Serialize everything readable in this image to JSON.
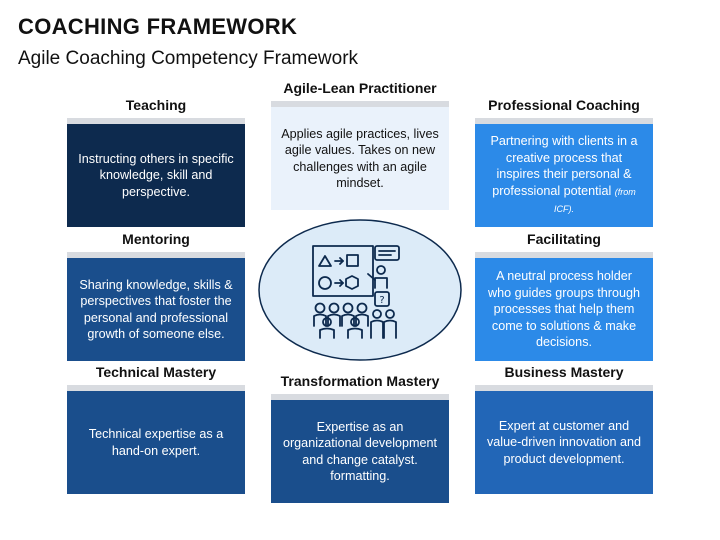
{
  "header": {
    "title": "COACHING FRAMEWORK",
    "subtitle": "Agile Coaching Competency Framework"
  },
  "cards": {
    "teaching": {
      "label": "Teaching",
      "text": "Instructing others in specific knowledge, skill and perspective."
    },
    "agile_lean": {
      "label": "Agile-Lean Practitioner",
      "text": "Applies agile practices, lives agile values. Takes on new challenges with an agile mindset."
    },
    "professional": {
      "label": "Professional Coaching",
      "text": "Partnering with clients in a creative process that inspires their personal & professional potential",
      "note": "(from ICF)."
    },
    "mentoring": {
      "label": "Mentoring",
      "text": "Sharing knowledge, skills & perspectives that foster the personal and professional growth of someone else."
    },
    "facilitating": {
      "label": "Facilitating",
      "text": "A neutral process holder who guides groups through processes that help them come to solutions & make decisions."
    },
    "technical": {
      "label": "Technical Mastery",
      "text": "Technical expertise as a hand-on expert."
    },
    "transformation": {
      "label": "Transformation Mastery",
      "text": "Expertise as an organizational development and change catalyst. formatting."
    },
    "business": {
      "label": "Business Mastery",
      "text": "Expert at customer and value-driven innovation and product development."
    }
  },
  "colors": {
    "navy": "#0d2a4e",
    "royal": "#1a4e8c",
    "mid": "#2266b7",
    "light": "#2c8ae8",
    "pale": "#eaf2fb",
    "icon": "#0d2a4e"
  },
  "center": {
    "icon": "team-strategy-icon"
  }
}
